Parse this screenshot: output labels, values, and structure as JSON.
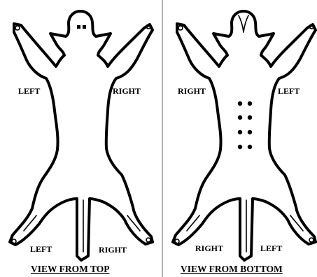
{
  "top_view": {
    "label_upper_left": "LEFT",
    "label_upper_right": "RIGHT",
    "label_lower_left": "LEFT",
    "label_lower_right": "RIGHT",
    "caption": "VIEW FROM TOP"
  },
  "bottom_view": {
    "label_upper_left": "RIGHT",
    "label_upper_right": "LEFT",
    "label_lower_left": "RIGHT",
    "label_lower_right": "LEFT",
    "caption": "VIEW FROM BOTTOM",
    "nipple_count": 8
  },
  "colors": {
    "ink": "#000000",
    "divider": "#9a9a9a",
    "background": "#ffffff"
  }
}
